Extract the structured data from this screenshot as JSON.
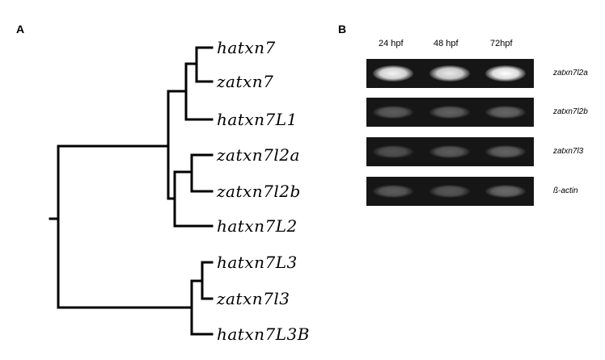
{
  "panels": {
    "a": "A",
    "b": "B"
  },
  "tree": {
    "leaves": [
      "hatxn7",
      "zatxn7",
      "hatxn7L1",
      "zatxn7l2a",
      "zatxn7l2b",
      "hatxn7L2",
      "hatxn7L3",
      "zatxn7l3",
      "hatxn7L3B"
    ]
  },
  "gel": {
    "lanes": [
      "24 hpf",
      "48 hpf",
      "72hpf"
    ],
    "genes": [
      {
        "name": "zatxn7l2a",
        "intensity": [
          0.95,
          0.9,
          1.0
        ]
      },
      {
        "name": "zatxn7l2b",
        "intensity": [
          0.3,
          0.32,
          0.34
        ]
      },
      {
        "name": "zatxn7l3",
        "intensity": [
          0.26,
          0.3,
          0.33
        ]
      },
      {
        "name": "ß-actin",
        "intensity": [
          0.3,
          0.28,
          0.36
        ]
      }
    ]
  },
  "colors": {
    "gel_background": "#161616",
    "band": "#ffffff",
    "line": "#000000"
  }
}
